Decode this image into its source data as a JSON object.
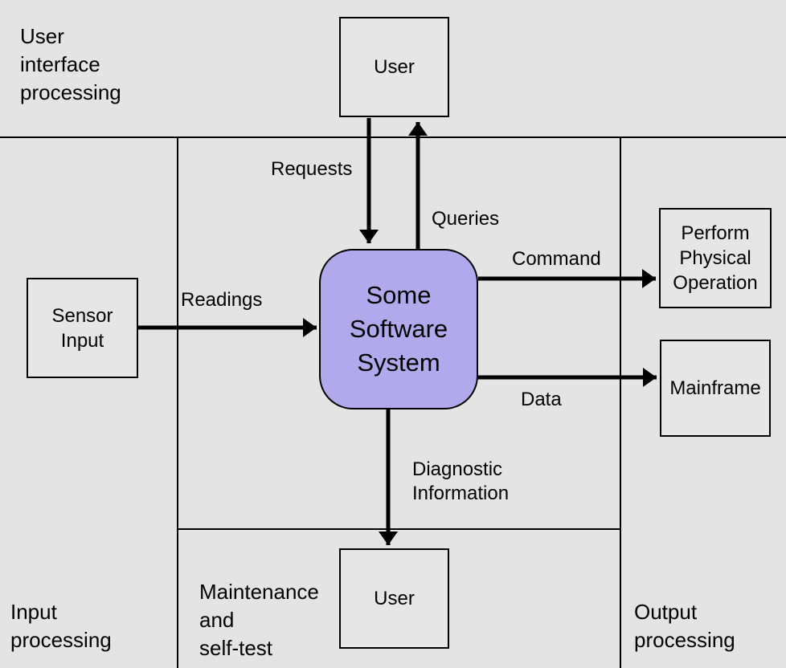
{
  "colors": {
    "background": "#e4e4e4",
    "system_fill": "#b2a8ec",
    "line": "#000000"
  },
  "regions": {
    "user_interface_processing": {
      "label": "User\ninterface\nprocessing"
    },
    "input_processing": {
      "label": "Input\nprocessing"
    },
    "maintenance_self_test": {
      "label": "Maintenance\nand\nself-test"
    },
    "output_processing": {
      "label": "Output\nprocessing"
    }
  },
  "nodes": {
    "user_top": {
      "label": "User"
    },
    "sensor_input": {
      "label": "Sensor\nInput"
    },
    "system": {
      "label": "Some\nSoftware\nSystem"
    },
    "perform_physical_operation": {
      "label": "Perform\nPhysical\nOperation"
    },
    "mainframe": {
      "label": "Mainframe"
    },
    "user_bottom": {
      "label": "User"
    }
  },
  "flows": {
    "requests": {
      "label": "Requests"
    },
    "queries": {
      "label": "Queries"
    },
    "command": {
      "label": "Command"
    },
    "readings": {
      "label": "Readings"
    },
    "data": {
      "label": "Data"
    },
    "diagnostic_information": {
      "label": "Diagnostic\nInformation"
    }
  }
}
